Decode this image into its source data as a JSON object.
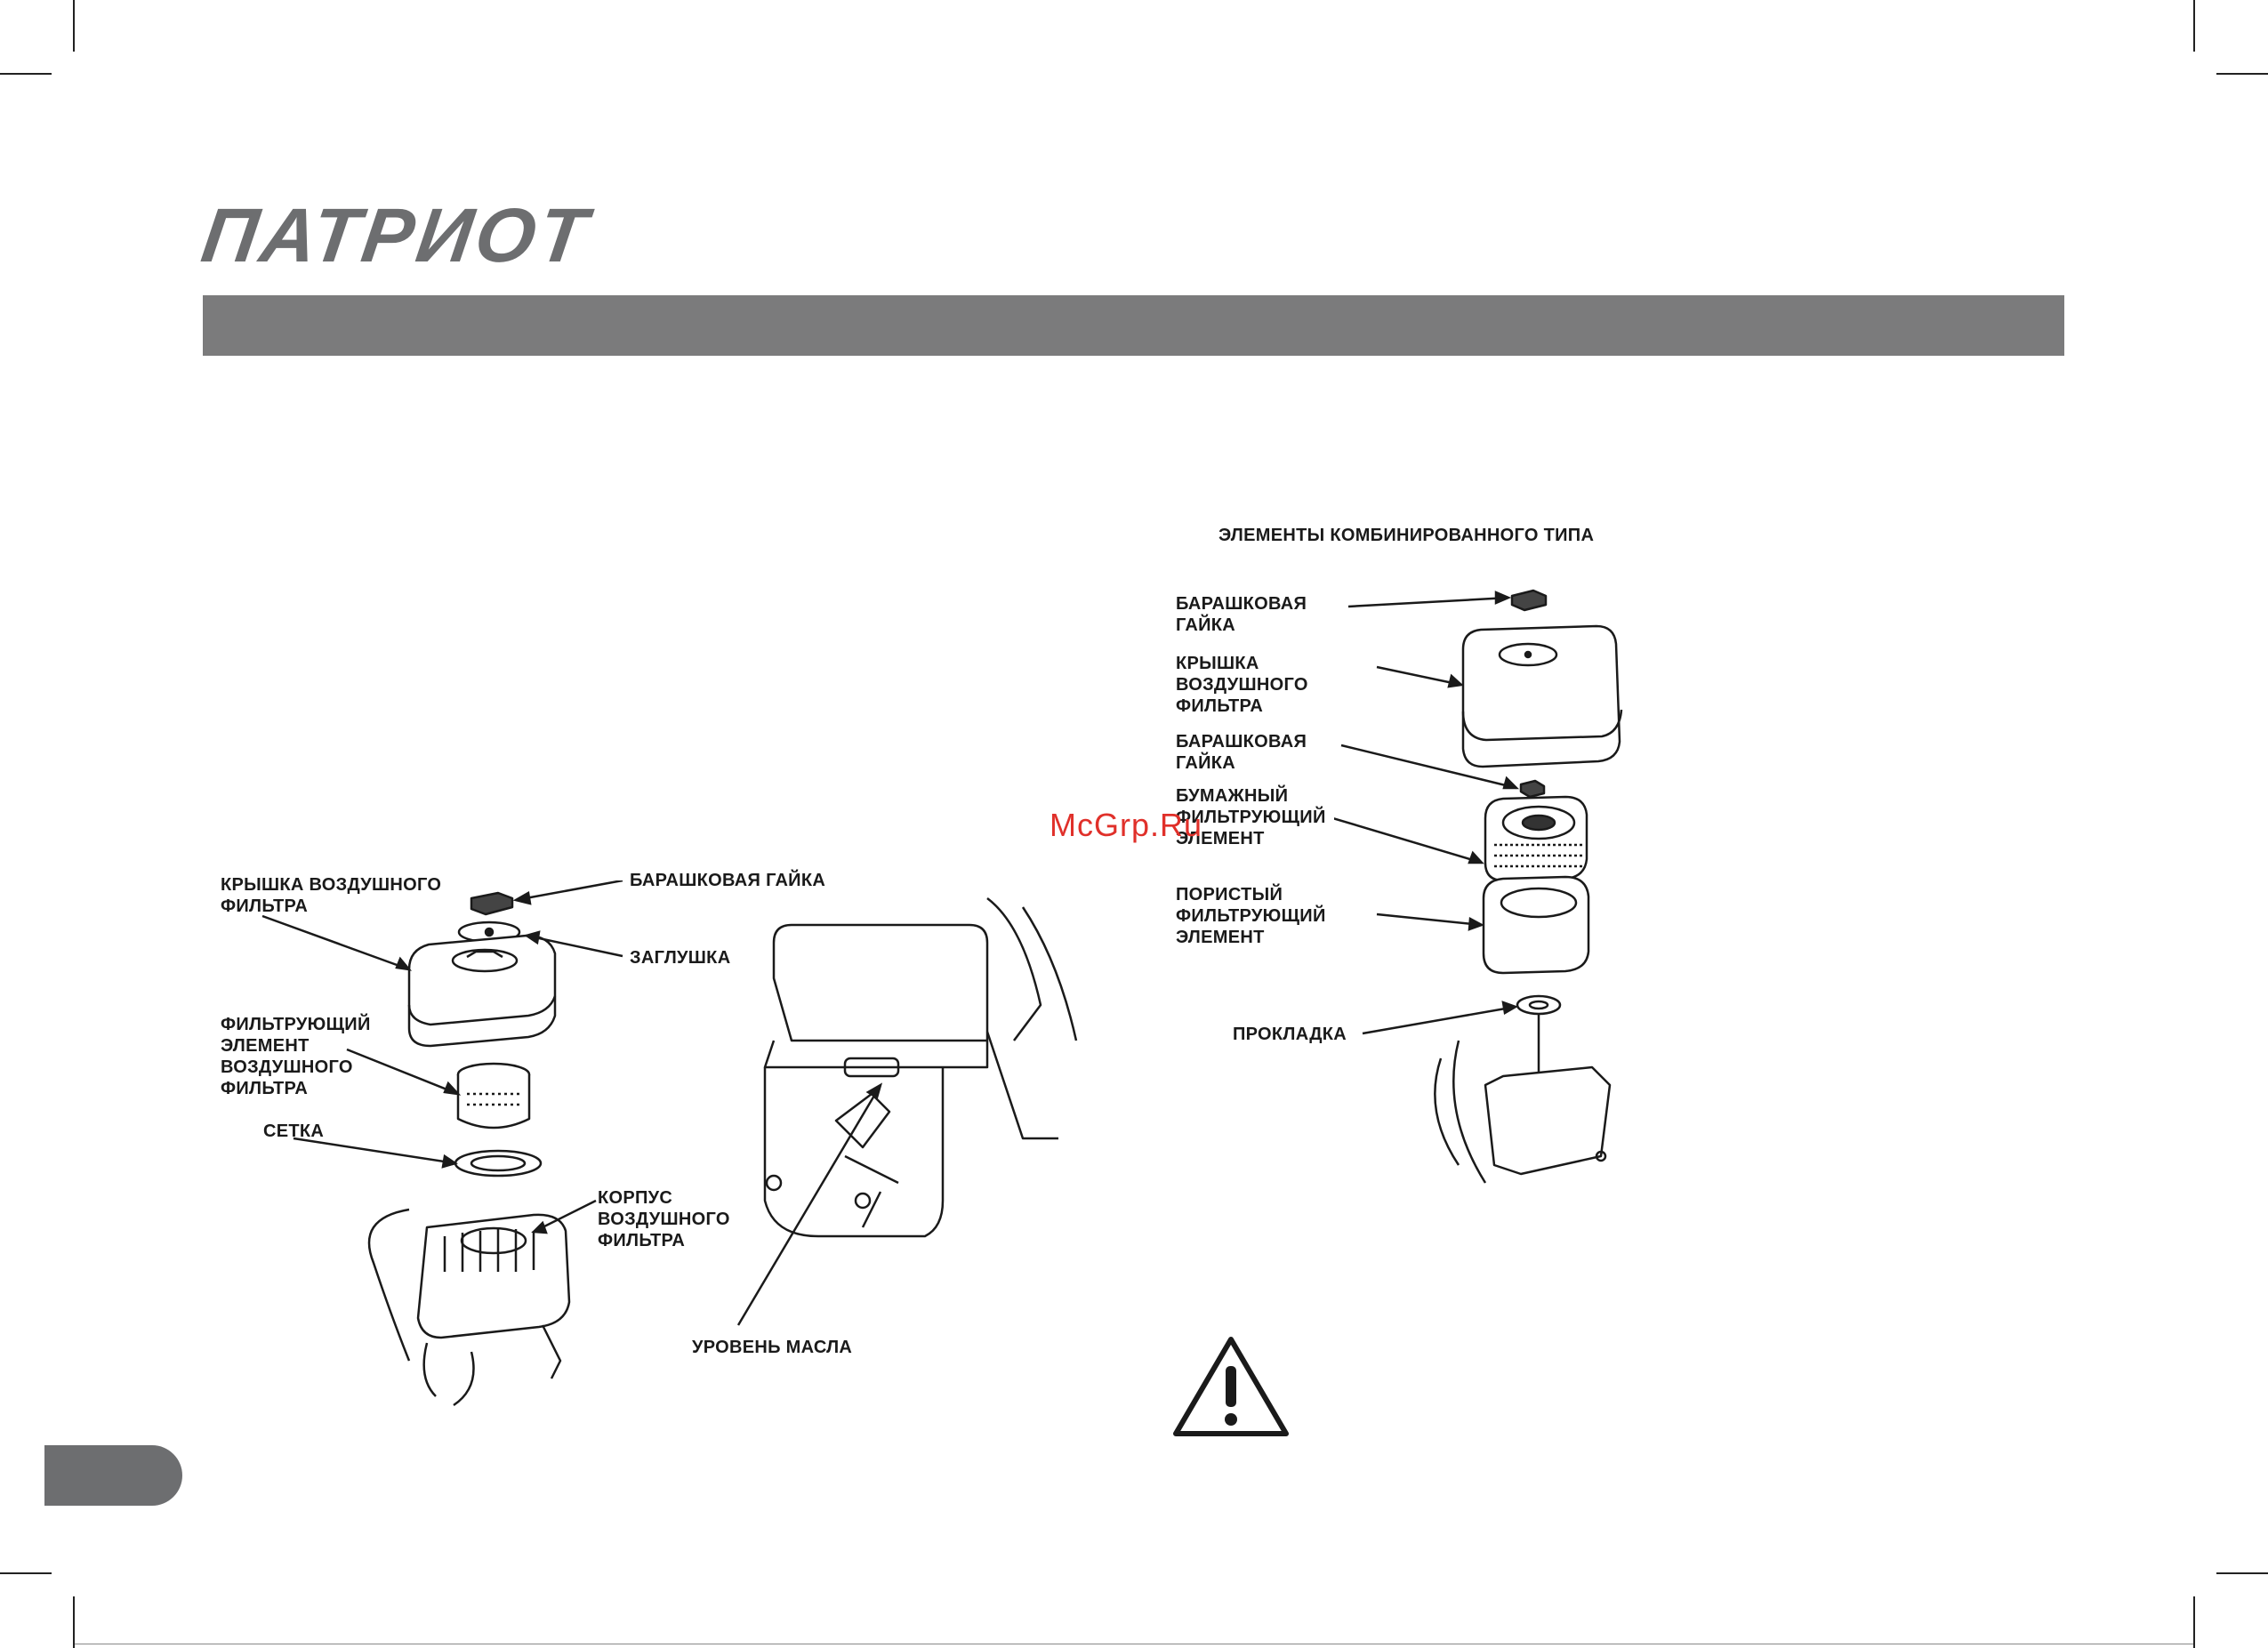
{
  "brand": {
    "logo_text": "ПАТРИОТ"
  },
  "colors": {
    "header_bar": "#7b7b7c",
    "logo": "#6d6e70",
    "watermark": "#e0302a",
    "page_tab": "#6d6e70"
  },
  "figure_left": {
    "labels": {
      "cover": "КРЫШКА ВОЗДУШНОГО\nФИЛЬТРА",
      "wing_nut": "БАРАШКОВАЯ ГАЙКА",
      "plug": "ЗАГЛУШКА",
      "filter_element": "ФИЛЬТРУЮЩИЙ\nЭЛЕМЕНТ\nВОЗДУШНОГО\nФИЛЬТРА",
      "mesh": "СЕТКА",
      "housing": "КОРПУС\nВОЗДУШНОГО\nФИЛЬТРА",
      "oil_level": "УРОВЕНЬ МАСЛА"
    }
  },
  "figure_right": {
    "title": "ЭЛЕМЕНТЫ КОМБИНИРОВАННОГО ТИПА",
    "labels": {
      "wing_nut_top": "БАРАШКОВАЯ\nГАЙКА",
      "cover": "КРЫШКА\nВОЗДУШНОГО\nФИЛЬТРА",
      "wing_nut_mid": "БАРАШКОВАЯ\nГАЙКА",
      "paper_element": "БУМАЖНЫЙ\nФИЛЬТРУЮЩИЙ\nЭЛЕМЕНТ",
      "foam_element": "ПОРИСТЫЙ\nФИЛЬТРУЮЩИЙ\nЭЛЕМЕНТ",
      "gasket": "ПРОКЛАДКА"
    }
  },
  "watermark": "McGrp.Ru",
  "icons": {
    "warning": "warning-triangle-icon"
  }
}
